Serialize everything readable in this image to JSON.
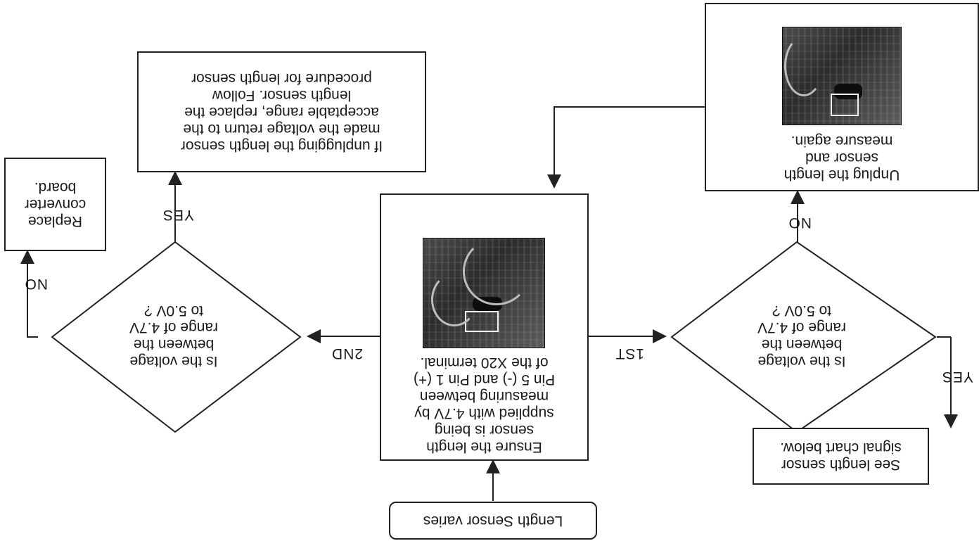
{
  "start": {
    "label": "Length Sensor varies"
  },
  "ensure": {
    "text": "Ensure the length\nsensor is being\nsupplied with 4.7V by\nmeasuring between\nPin 5 (-) and Pin 1 (+)\nof the X20 terminal."
  },
  "decision_1st": {
    "text": "Is the voltage\nbetween the\nrange of 4.7V\nto 5.0V ?"
  },
  "decision_2nd": {
    "text": "Is the voltage\nbetween the\nrange of 4.7V\nto 5.0V ?"
  },
  "signal_chart": {
    "text": "See length sensor\nsignal chart below."
  },
  "unplug": {
    "text": "Unplug the length\nsensor and\nmeasure again."
  },
  "replace_sensor": {
    "text": "If unplugging the length sensor\nmade the voltage return to the\nacceptable range, replace the\nlength sensor.  Follow\nprocedure for length sensor"
  },
  "replace_board": {
    "text": "Replace\nconverter\nboard."
  },
  "labels": {
    "first": "1ST",
    "second": "2ND",
    "yes_1": "YES",
    "no_1": "NO",
    "yes_2": "YES",
    "no_2": "NO"
  },
  "colors": {
    "line": "#222222",
    "photo_bg": "#3a3a3a"
  }
}
